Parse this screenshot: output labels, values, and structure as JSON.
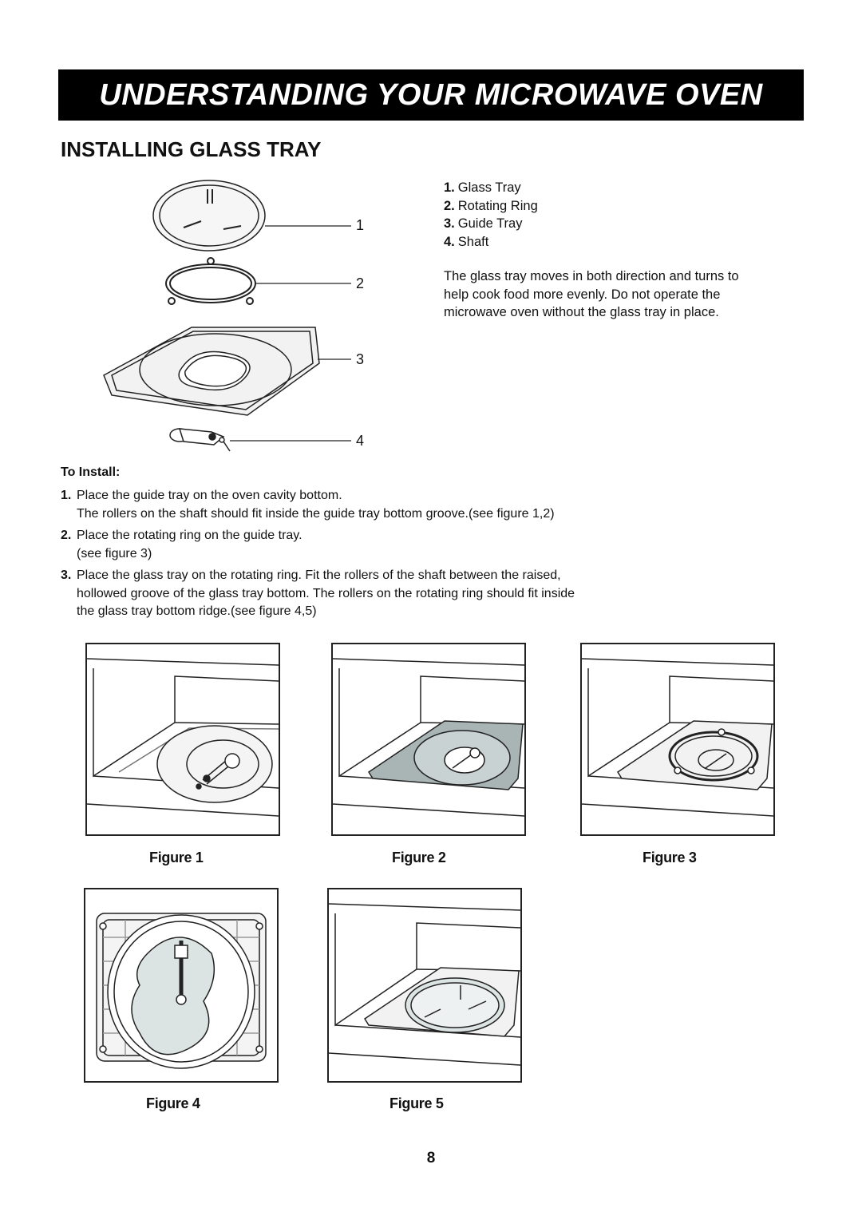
{
  "header": {
    "title": "UNDERSTANDING YOUR MICROWAVE OVEN"
  },
  "section": {
    "title": "INSTALLING GLASS TRAY"
  },
  "diagram": {
    "labels": [
      "1",
      "2",
      "3",
      "4"
    ]
  },
  "parts": [
    {
      "num": "1.",
      "name": "Glass Tray"
    },
    {
      "num": "2.",
      "name": "Rotating Ring"
    },
    {
      "num": "3.",
      "name": "Guide Tray"
    },
    {
      "num": "4.",
      "name": "Shaft"
    }
  ],
  "description": "The glass tray moves in both direction and turns to help cook food more evenly. Do not operate the microwave oven without the glass tray in place.",
  "install": {
    "heading": "To Install:",
    "steps": [
      {
        "num": "1.",
        "line1": "Place the guide tray on the oven cavity bottom.",
        "line2": "The rollers on the shaft should fit inside the guide tray bottom groove.(see figure 1,2)"
      },
      {
        "num": "2.",
        "line1": "Place the rotating ring on the guide tray.",
        "line2": "(see figure 3)"
      },
      {
        "num": "3.",
        "line1": "Place the glass tray on the rotating ring. Fit the rollers of the shaft between the raised,",
        "line2": "hollowed groove of the glass tray bottom. The rollers on the rotating ring should fit inside",
        "line3": "the glass tray bottom ridge.(see figure 4,5)"
      }
    ]
  },
  "figures": {
    "fig1": "Figure 1",
    "fig2": "Figure  2",
    "fig3": "Figure 3",
    "fig4": "Figure 4",
    "fig5": "Figure  5"
  },
  "page_number": "8"
}
